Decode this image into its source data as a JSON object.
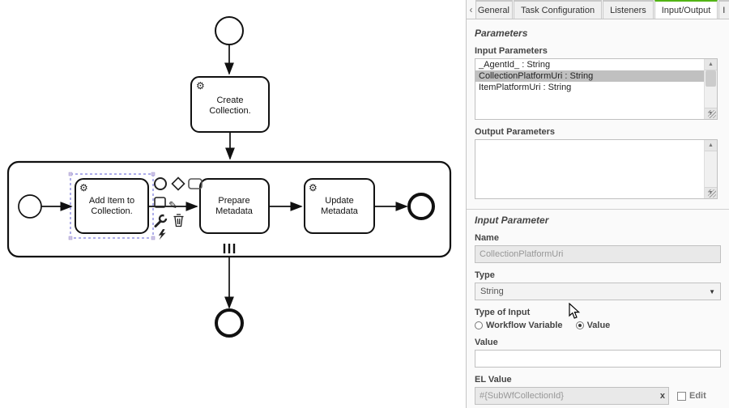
{
  "colors": {
    "tab_active_accent": "#52b415",
    "list_selected_bg": "#c0c0c0"
  },
  "icons": {
    "gear": "⚙",
    "pencil": "✎",
    "scroll_up": "▲",
    "scroll_down": "▼",
    "dropdown_arrow": "▼"
  },
  "tabs": {
    "scroll_left": "‹",
    "scroll_right": "›",
    "items": [
      {
        "label": "General"
      },
      {
        "label": "Task Configuration"
      },
      {
        "label": "Listeners"
      },
      {
        "label": "Input/Output"
      },
      {
        "label": "I"
      }
    ],
    "active": "Input/Output"
  },
  "parameters": {
    "section_title": "Parameters",
    "input_label": "Input Parameters",
    "input_items": [
      "_AgentId_ : String",
      "CollectionPlatformUri : String",
      "ItemPlatformUri : String"
    ],
    "selected_item": "CollectionPlatformUri : String",
    "output_label": "Output Parameters",
    "output_items": []
  },
  "input_parameter": {
    "section_title": "Input Parameter",
    "name_label": "Name",
    "name_value": "CollectionPlatformUri",
    "type_label": "Type",
    "type_value": "String",
    "type_of_input_label": "Type of Input",
    "radio_workflow_variable": "Workflow Variable",
    "radio_value": "Value",
    "selected_type_of_input": "Value",
    "value_label": "Value",
    "value_text": "",
    "el_value_label": "EL Value",
    "el_value_text": "#{SubWfCollectionId}",
    "clear_button": "x",
    "edit_checkbox_label": "Edit"
  },
  "diagram": {
    "subprocess_marker": "parallel-multi-instance",
    "tasks": [
      {
        "name": "create-collection",
        "line1": "Create",
        "line2": "Collection."
      },
      {
        "name": "add-item-to-collection",
        "line1": "Add Item to",
        "line2": "Collection."
      },
      {
        "name": "prepare-metadata",
        "line1": "Prepare",
        "line2": "Metadata"
      },
      {
        "name": "update-metadata",
        "line1": "Update",
        "line2": "Metadata"
      }
    ]
  }
}
